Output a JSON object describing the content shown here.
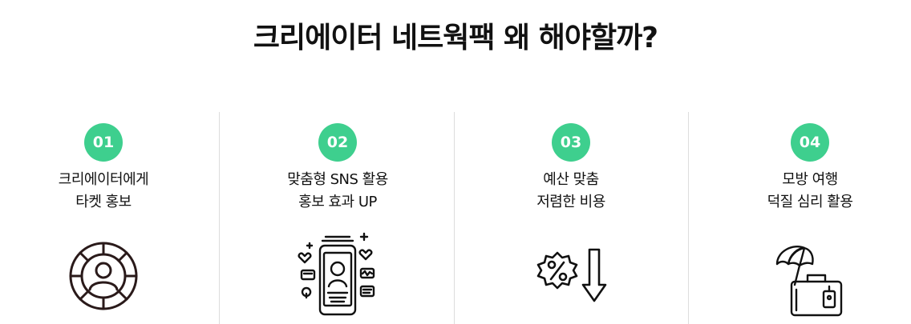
{
  "title": "크리에이터 네트웍팩 왜 해야할까?",
  "accent_color": "#3ecf8e",
  "features": [
    {
      "number": "01",
      "line1": "크리에이터에게",
      "line2": "타켓 홍보",
      "icon": "target-person-icon"
    },
    {
      "number": "02",
      "line1": "맞춤형 SNS 활용",
      "line2": "홍보 효과 UP",
      "icon": "smartphone-social-icon"
    },
    {
      "number": "03",
      "line1": "예산 맞춤",
      "line2": "저렴한 비용",
      "icon": "discount-arrow-down-icon"
    },
    {
      "number": "04",
      "line1": "모방 여행",
      "line2": "덕질 심리 활용",
      "icon": "travel-umbrella-suitcase-icon"
    }
  ]
}
